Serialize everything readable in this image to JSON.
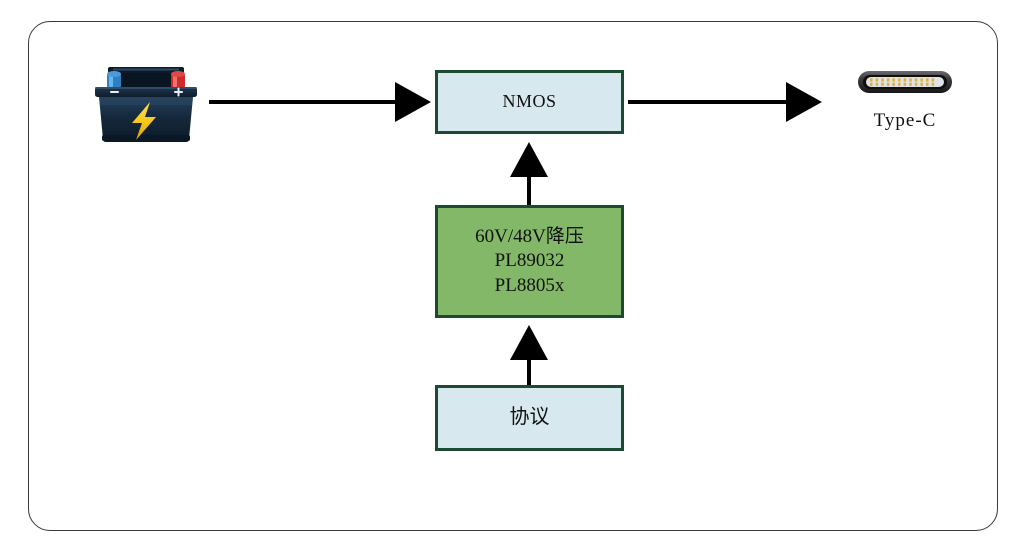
{
  "diagram": {
    "title": "Power path block diagram",
    "frame": {
      "name": "outer-frame"
    },
    "colors": {
      "box_border_green": "#1d4a32",
      "box_fill_blue": "#d7e9ef",
      "box_fill_green": "#82b867",
      "arrow": "#000000",
      "frame_border": "#3a3a3f",
      "battery_body": "#17293b",
      "battery_bolt": "#f2c314",
      "battery_terminal_negative": "#2e7fc4",
      "battery_terminal_positive": "#cf2b2b",
      "typec_shell": "#3c3c40",
      "typec_pins": "#e0b23a"
    },
    "nodes": {
      "battery": {
        "icon": "car-battery-icon",
        "terminal_negative": "–",
        "terminal_positive": "+"
      },
      "nmos": {
        "label": "NMOS"
      },
      "buck": {
        "line1": "60V/48V降压",
        "line2": "PL89032",
        "line3": "PL8805x"
      },
      "protocol": {
        "label": "协议"
      },
      "typec": {
        "icon": "usb-type-c-connector-icon",
        "label": "Type-C"
      }
    },
    "arrows": [
      {
        "name": "battery-to-nmos",
        "direction": "right"
      },
      {
        "name": "nmos-to-typec",
        "direction": "right"
      },
      {
        "name": "buck-to-nmos",
        "direction": "up"
      },
      {
        "name": "protocol-to-buck",
        "direction": "up"
      }
    ]
  }
}
